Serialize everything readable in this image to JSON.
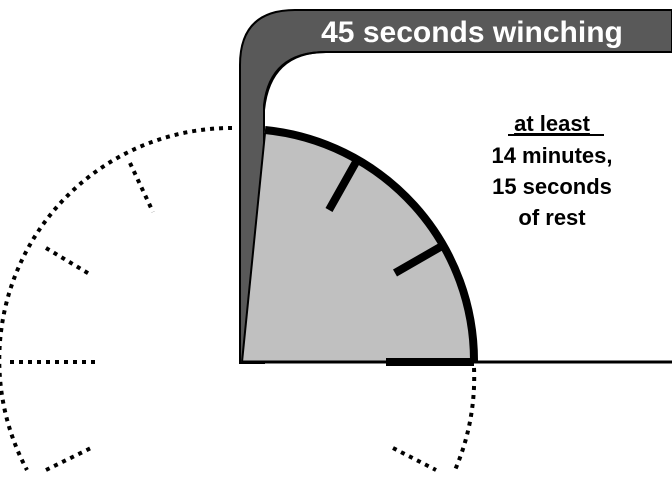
{
  "banner": {
    "label": "45 seconds winching"
  },
  "rest_note": {
    "line1": "at least",
    "line2": "14 minutes,",
    "line3": "15 seconds",
    "line4": "of rest"
  },
  "colors": {
    "banner_fill": "#595959",
    "banner_text": "#ffffff",
    "active_sector_fill": "#c0c0c0",
    "stroke": "#000000",
    "background": "#ffffff"
  },
  "dial": {
    "active_fraction_of_minute": 0.75,
    "active_seconds": 45
  }
}
